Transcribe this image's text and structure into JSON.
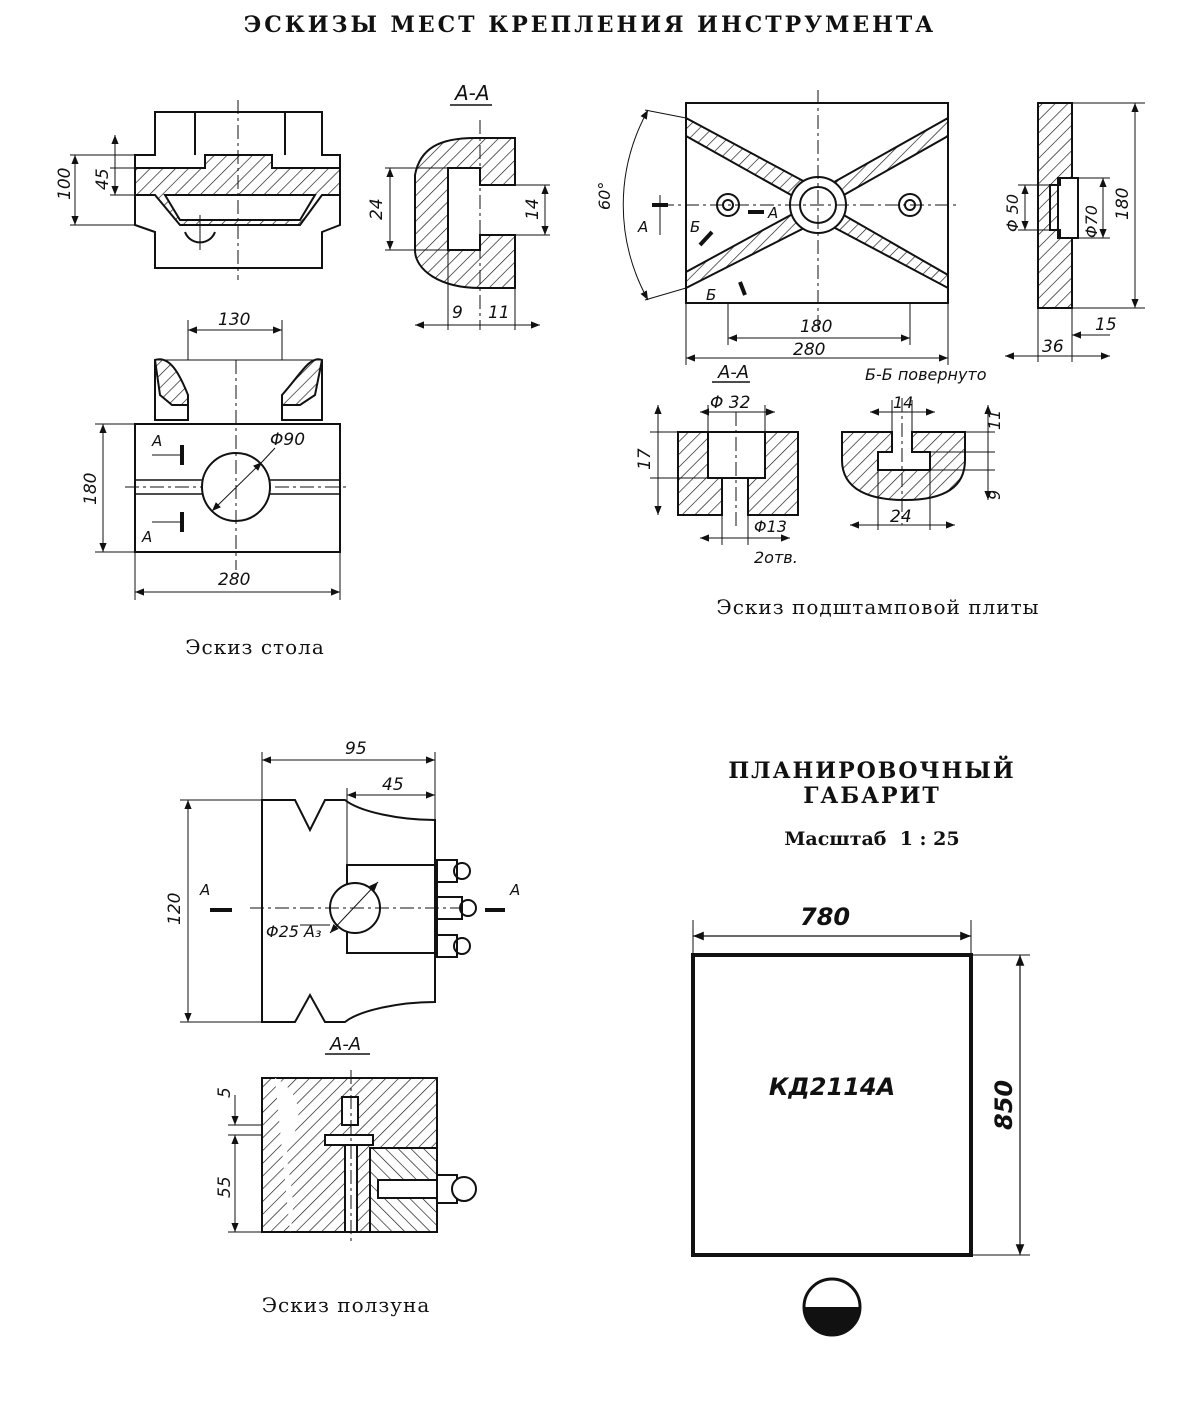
{
  "sheet": {
    "title": "ЭСКИЗЫ МЕСТ КРЕПЛЕНИЯ ИНСТРУМЕНТА"
  },
  "table_sketch": {
    "caption": "Эскиз стола",
    "section_label": "А-А",
    "dims": {
      "d100": "100",
      "d45": "45",
      "d24": "24",
      "d14": "14",
      "d9": "9",
      "d11": "11",
      "d130": "130",
      "d180": "180",
      "d280": "280",
      "d90": "Φ90"
    },
    "cut_mark": "А"
  },
  "plate_sketch": {
    "caption": "Эскиз подштамповой плиты",
    "angle": "60°",
    "section_a": "А-А",
    "section_b": "Б-Б повернуто",
    "dims": {
      "d180": "180",
      "d280": "280",
      "d50": "Φ 50",
      "d70": "Φ70",
      "d180v": "180",
      "d15": "15",
      "d36": "36",
      "d32": "Φ 32",
      "d17": "17",
      "d13": "Φ13",
      "holes": "2отв.",
      "d14": "14",
      "d11": "11",
      "d9": "9",
      "d24": "24"
    },
    "marks": {
      "a": "А",
      "b": "Б"
    }
  },
  "slider_sketch": {
    "caption": "Эскиз ползуна",
    "section_label": "А-А",
    "dims": {
      "d95": "95",
      "d45": "45",
      "d120": "120",
      "d25": "Φ25 А₃",
      "d5": "5",
      "d55": "55"
    },
    "cut_mark": "А"
  },
  "layout_sketch": {
    "title_line1": "ПЛАНИРОВОЧНЫЙ",
    "title_line2": "ГАБАРИТ",
    "scale": "Масштаб  1 : 25",
    "width": "780",
    "depth": "850",
    "model": "КД2114А"
  }
}
